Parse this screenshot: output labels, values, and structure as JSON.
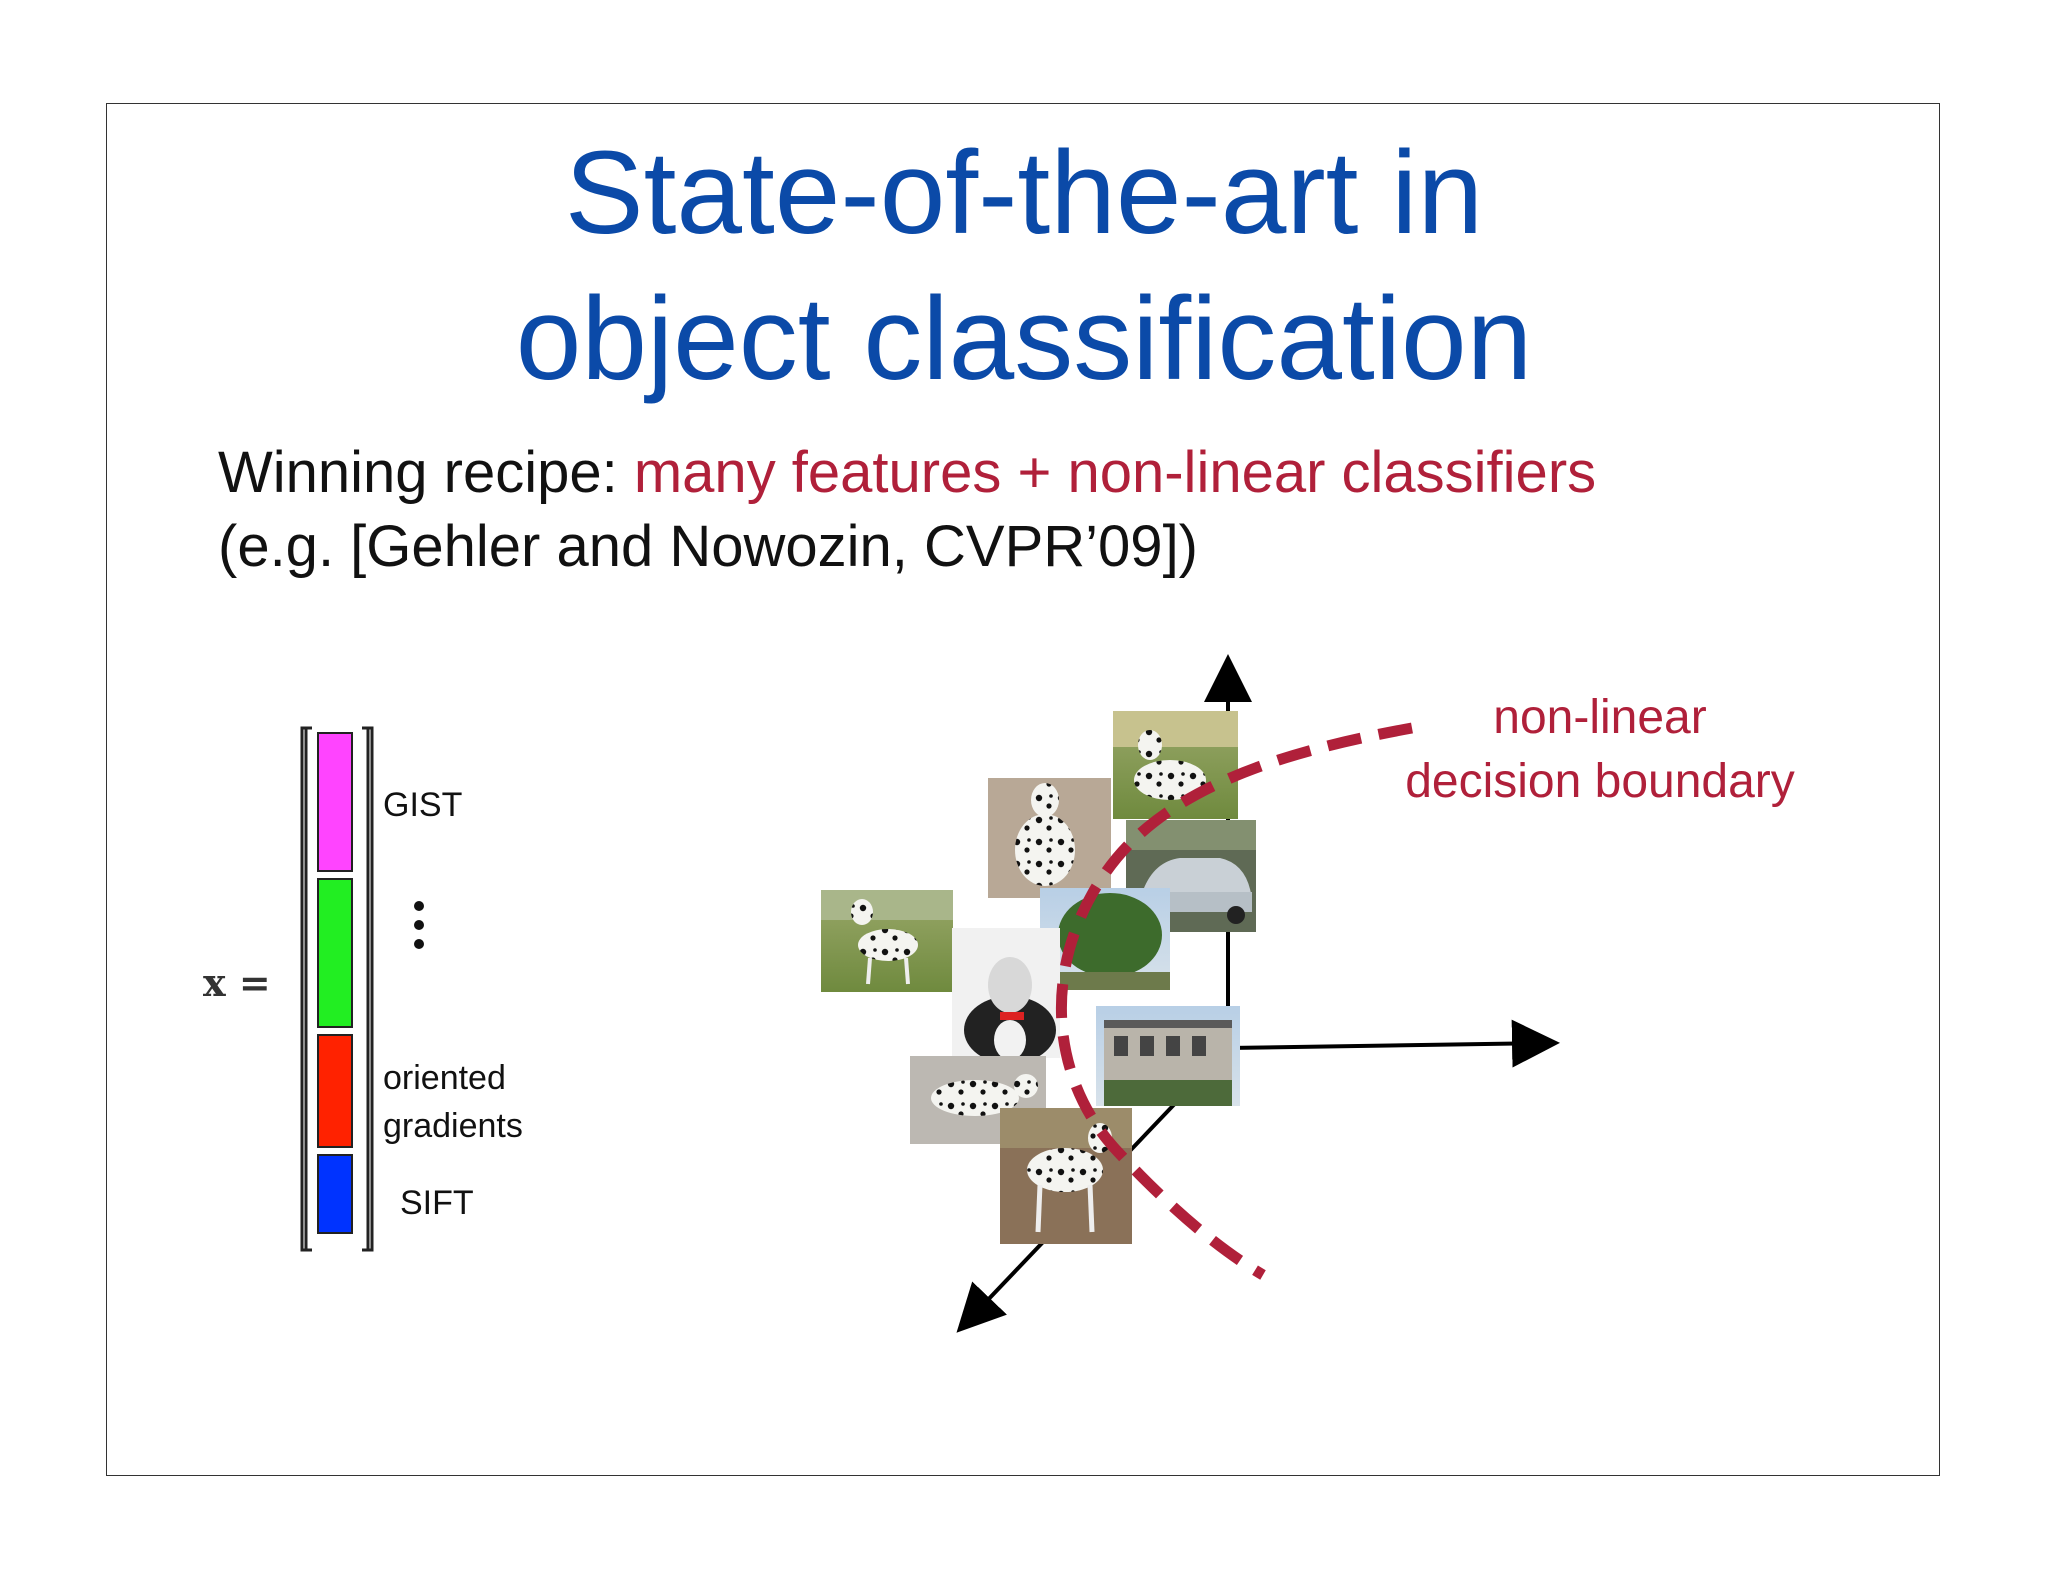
{
  "title": {
    "line1": "State-of-the-art in",
    "line2": "object classification"
  },
  "recipe": {
    "prefix": "Winning recipe: ",
    "highlight": "many features + non-linear classifiers",
    "citation": "(e.g. [Gehler and Nowozin, CVPR’09])"
  },
  "feature_vector": {
    "lhs": "x =",
    "segments": [
      {
        "label": "GIST",
        "color": "#ff44ff"
      },
      {
        "label": "⋮",
        "color": "#22ee22"
      },
      {
        "label": "oriented gradients",
        "color": "#ff2200"
      },
      {
        "label": "SIFT",
        "color": "#0033ff"
      }
    ],
    "label_gist": "GIST",
    "label_oriented": "oriented",
    "label_gradients": "gradients",
    "label_sift": "SIFT"
  },
  "plot": {
    "boundary_label_line1": "non-linear",
    "boundary_label_line2": "decision boundary",
    "boundary_color": "#b0203a",
    "images": [
      "dalmatian-photo",
      "dalmatian-photo",
      "car-photo",
      "dalmatian-photo",
      "tree-photo",
      "great-dane-photo",
      "building-photo",
      "dalmatian-photo",
      "dalmatian-photo"
    ]
  }
}
